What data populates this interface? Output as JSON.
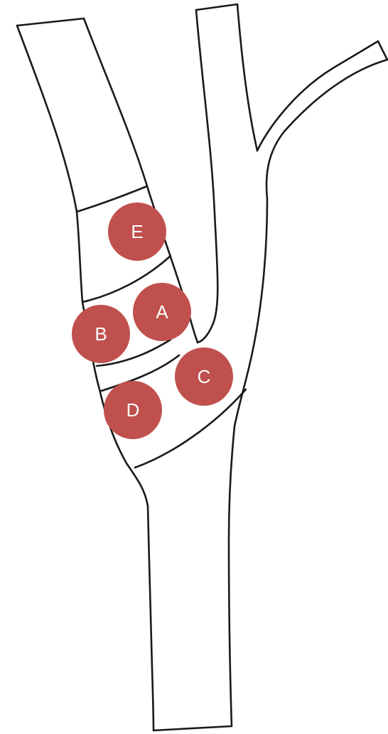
{
  "colors": {
    "marker_fill": "#c0504d",
    "marker_text": "#ffffff",
    "outline": "#1a1a1a",
    "background": "#ffffff"
  },
  "markers": [
    {
      "id": "E",
      "label": "E"
    },
    {
      "id": "A",
      "label": "A"
    },
    {
      "id": "B",
      "label": "B"
    },
    {
      "id": "C",
      "label": "C"
    },
    {
      "id": "D",
      "label": "D"
    }
  ]
}
